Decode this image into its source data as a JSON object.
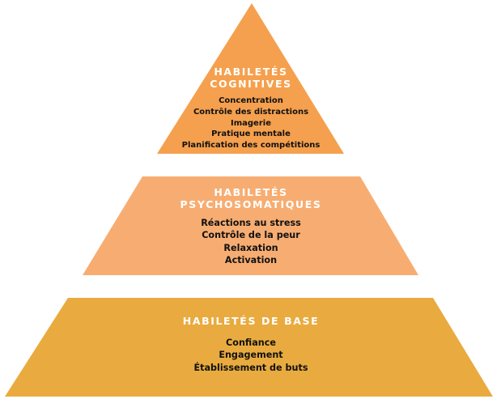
{
  "colors": {
    "top": "#f5a04e",
    "middle": "#f7ad72",
    "base": "#e9ab3f",
    "title_text": "#ffffff",
    "item_text": "#111111"
  },
  "tiers": {
    "top": {
      "title_line1": "HABILETÉS",
      "title_line2": "COGNITIVES",
      "items": [
        "Concentration",
        "Contrôle des distractions",
        "Imagerie",
        "Pratique mentale",
        "Planification des compétitions"
      ]
    },
    "middle": {
      "title_line1": "HABILETÉS",
      "title_line2": "PSYCHOSOMATIQUES",
      "items": [
        "Réactions au stress",
        "Contrôle de la peur",
        "Relaxation",
        "Activation"
      ]
    },
    "base": {
      "title": "HABILETÉS DE BASE",
      "items": [
        "Confiance",
        "Engagement",
        "Établissement de buts"
      ]
    }
  }
}
